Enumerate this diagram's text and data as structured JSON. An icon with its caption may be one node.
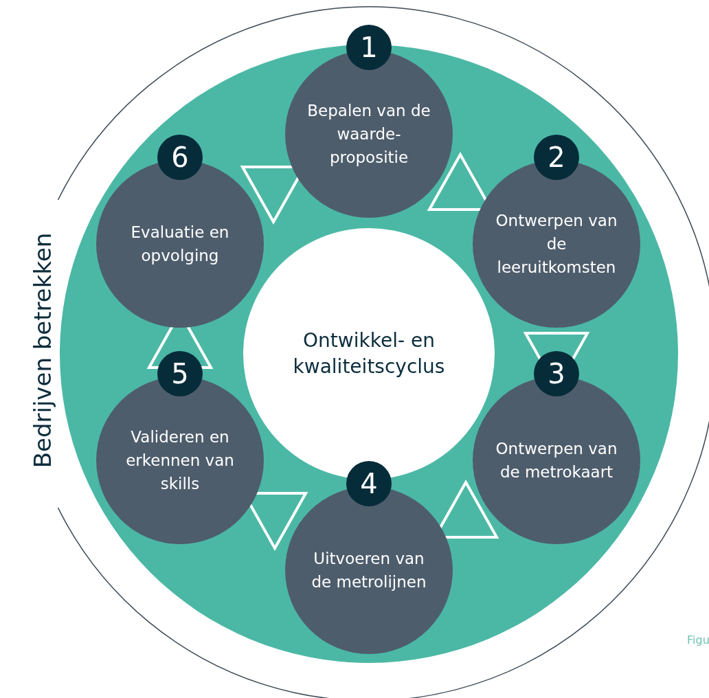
{
  "diagram": {
    "nodes": [
      {
        "text": [
          "Ontwikkel- en kwaliteitscyclus"
        ]
      },
      {
        "text": [
          "1",
          "Bepalen van de waarde-propositie"
        ]
      },
      {
        "text": [
          "2",
          "Ontwerpen van de leeruitkomsten"
        ]
      },
      {
        "text": [
          "3",
          "Ontwerpen van de metrokaart"
        ]
      },
      {
        "text": [
          "4",
          "Uitvoeren van de metrolijnen"
        ]
      },
      {
        "text": [
          "5",
          "Valideren en erkennen van skills"
        ]
      },
      {
        "text": [
          "6",
          "Evaluatie en opvolging"
        ]
      }
    ],
    "labels": [
      "Bedrijven betrekken",
      "Figu"
    ]
  }
}
